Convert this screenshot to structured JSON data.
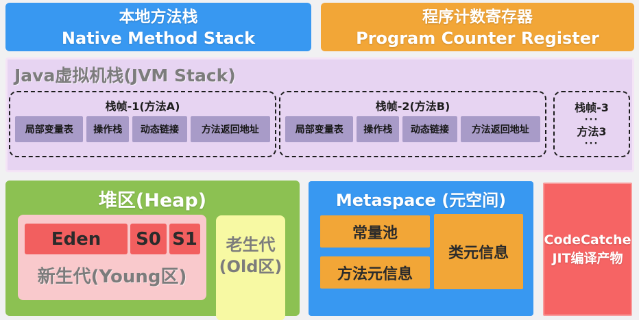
{
  "colors": {
    "blue": "#3898f1",
    "orange": "#f2a637",
    "purple_bg": "#e7d4f2",
    "purple_slot": "#a89bc8",
    "green": "#8cc152",
    "pink": "#f9c9cc",
    "red": "#f25f5f",
    "yellow": "#f7f9a3",
    "codecache_red": "#f66464",
    "gray_text": "#7c7c7c"
  },
  "native_stack": {
    "title_zh": "本地方法栈",
    "title_en": "Native Method Stack"
  },
  "pc_register": {
    "title_zh": "程序计数寄存器",
    "title_en": "Program Counter Register"
  },
  "jvm_stack": {
    "title": "Java虚拟机栈(JVM Stack)",
    "frames": [
      {
        "title": "栈帧-1(方法A)",
        "slots": [
          "局部变量表",
          "操作栈",
          "动态链接",
          "方法返回地址"
        ]
      },
      {
        "title": "栈帧-2(方法B)",
        "slots": [
          "局部变量表",
          "操作栈",
          "动态链接",
          "方法返回地址"
        ]
      }
    ],
    "frame3": {
      "title": "栈帧-3",
      "dots_top": "···",
      "method": "方法3",
      "dots_bottom": "···"
    }
  },
  "heap": {
    "title": "堆区(Heap)",
    "young_label": "新生代(Young区)",
    "eden": "Eden",
    "s0": "S0",
    "s1": "S1",
    "old_line1": "老生代",
    "old_line2": "(Old区)"
  },
  "metaspace": {
    "title": "Metaspace (元空间)",
    "constant_pool": "常量池",
    "method_meta": "方法元信息",
    "class_meta": "类元信息"
  },
  "codecache": {
    "line1": "CodeCatche",
    "line2": "JIT编译产物"
  }
}
